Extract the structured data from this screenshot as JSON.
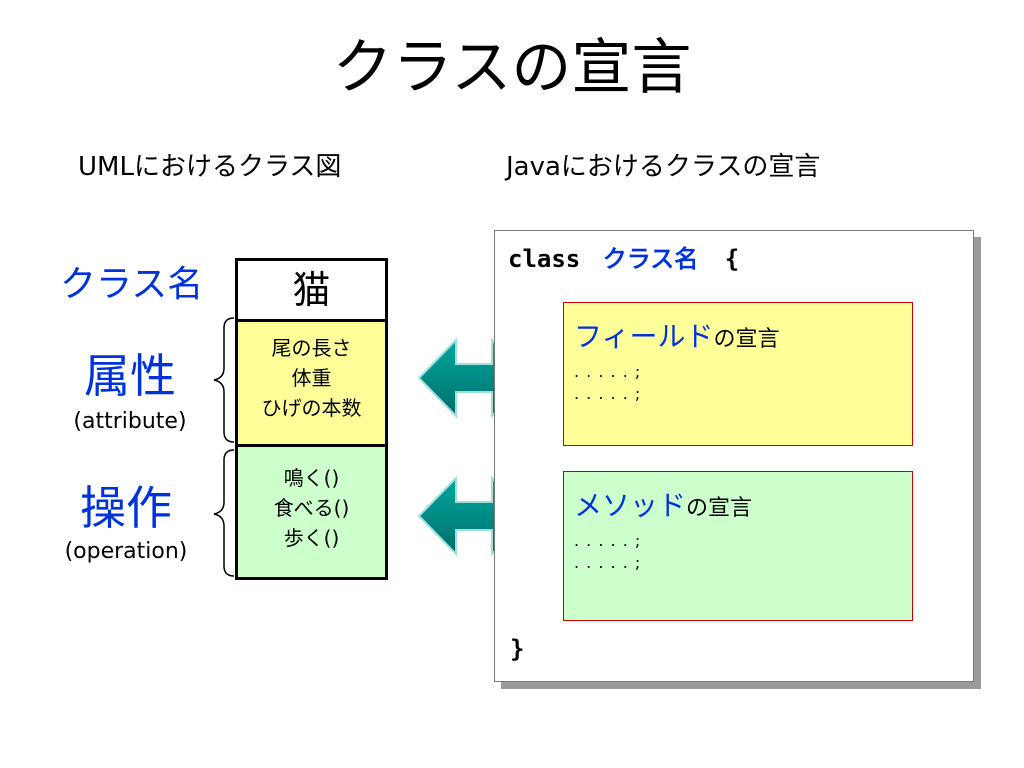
{
  "title": "クラスの宣言",
  "uml_heading": "UMLにおけるクラス図",
  "java_heading": "Javaにおけるクラスの宣言",
  "labels": {
    "class_name": "クラス名",
    "attribute_jp": "属性",
    "attribute_en": "(attribute)",
    "operation_jp": "操作",
    "operation_en": "(operation)"
  },
  "uml_class": {
    "name": "猫",
    "attributes": [
      "尾の長さ",
      "体重",
      "ひげの本数"
    ],
    "operations": [
      "鳴く()",
      "食べる()",
      "歩く()"
    ]
  },
  "java_code": {
    "keyword": "class",
    "class_name": "クラス名",
    "open_brace": "{",
    "close_brace": "}",
    "field_box": {
      "highlight": "フィールド",
      "suffix": "の宣言",
      "lines": [
        ". . . . . ;",
        ". . . . . ;"
      ]
    },
    "method_box": {
      "highlight": "メソッド",
      "suffix": "の宣言",
      "lines": [
        ". . . . . ;",
        ". . . . . ;"
      ]
    }
  },
  "colors": {
    "blue_text": "#0033dd",
    "attribute_fill": "#ffff99",
    "operation_fill": "#ccffcc",
    "arrow_fill": "#008b8b",
    "box_border": "#cc0000"
  }
}
